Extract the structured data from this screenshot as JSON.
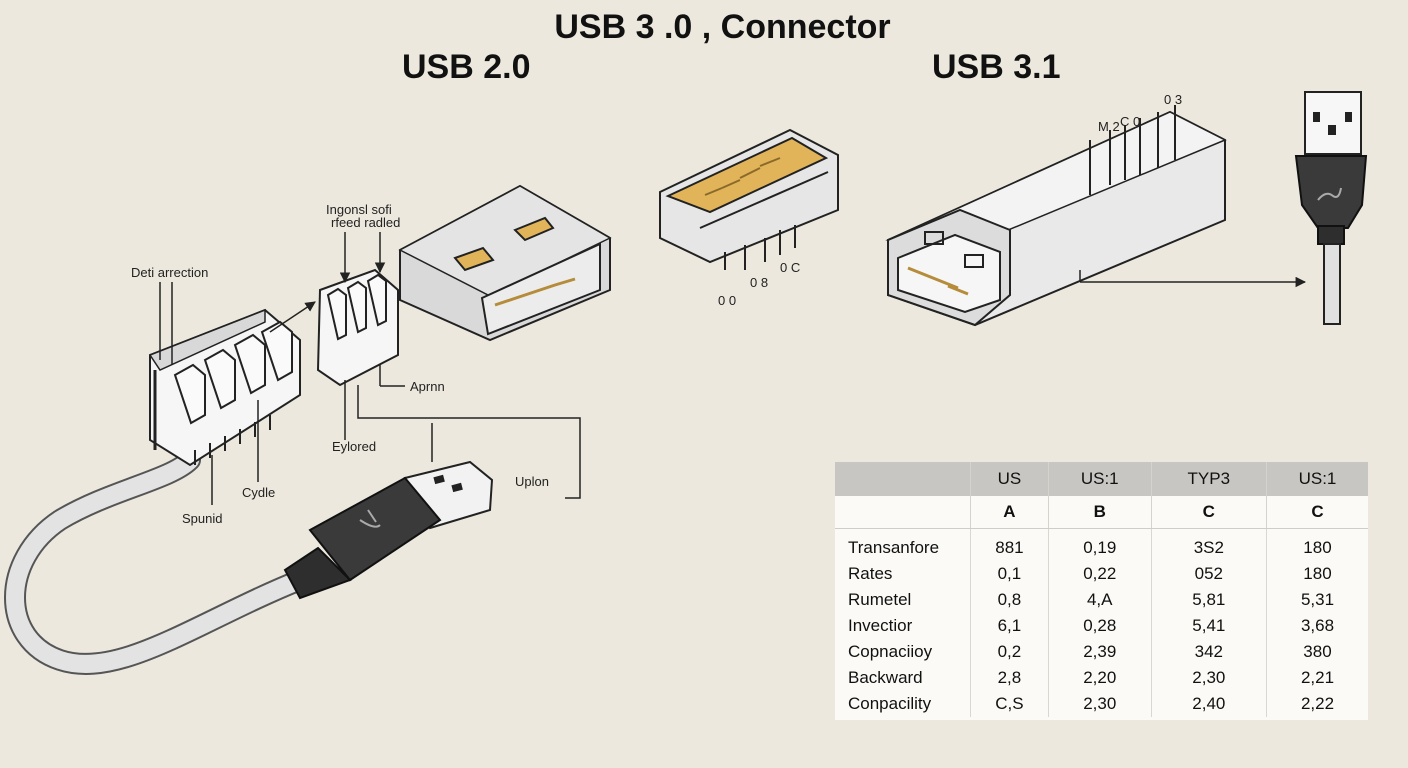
{
  "titles": {
    "main": "USB 3 .0 , Connector",
    "usb2": "USB 2.0",
    "usb31": "USB 3.1"
  },
  "labels": {
    "det_arrection": "Deti arrection",
    "ingonsel_line1": "Ingonsl sofi",
    "ingonsel_line2": "rfeed radled",
    "aprnn": "Aprnn",
    "eylored": "Eylored",
    "cycle": "Cydle",
    "spunid": "Spunid",
    "uplon": "Uplon"
  },
  "pin_labels": {
    "mid_left": "0 0",
    "mid_mid": "0 8",
    "mid_right": "0 C",
    "top_right": "0 3",
    "top_mid": "M 2",
    "top_letters": "C 0"
  },
  "table": {
    "header_top": [
      "",
      "US",
      "US:1",
      "TYP3",
      "US:1"
    ],
    "header_sub": [
      "",
      "A",
      "B",
      "C",
      "C"
    ],
    "rows": [
      {
        "label": "Transanfore",
        "cells": [
          "881",
          "0,19",
          "3S2",
          "180"
        ]
      },
      {
        "label": "Rates",
        "cells": [
          "0,1",
          "0,22",
          "052",
          "180"
        ]
      },
      {
        "label": "Rumetel",
        "cells": [
          "0,8",
          "4,A",
          "5,81",
          "5,31"
        ]
      },
      {
        "label": "Invectior",
        "cells": [
          "6,1",
          "0,28",
          "5,41",
          "3,68"
        ]
      },
      {
        "label": "Copnaciioy",
        "cells": [
          "0,2",
          "2,39",
          "342",
          "380"
        ]
      },
      {
        "label": "Backward",
        "cells": [
          "2,8",
          "2,20",
          "2,30",
          "2,21"
        ]
      },
      {
        "label": "Conpacility",
        "cells": [
          "C,S",
          "2,30",
          "2,40",
          "2,22"
        ]
      }
    ]
  },
  "colors": {
    "background": "#ece8dd",
    "metal": "#d6d6d6",
    "gold": "#e2b45a",
    "plug": "#3a3a3a",
    "cable": "#e3e3e3"
  }
}
